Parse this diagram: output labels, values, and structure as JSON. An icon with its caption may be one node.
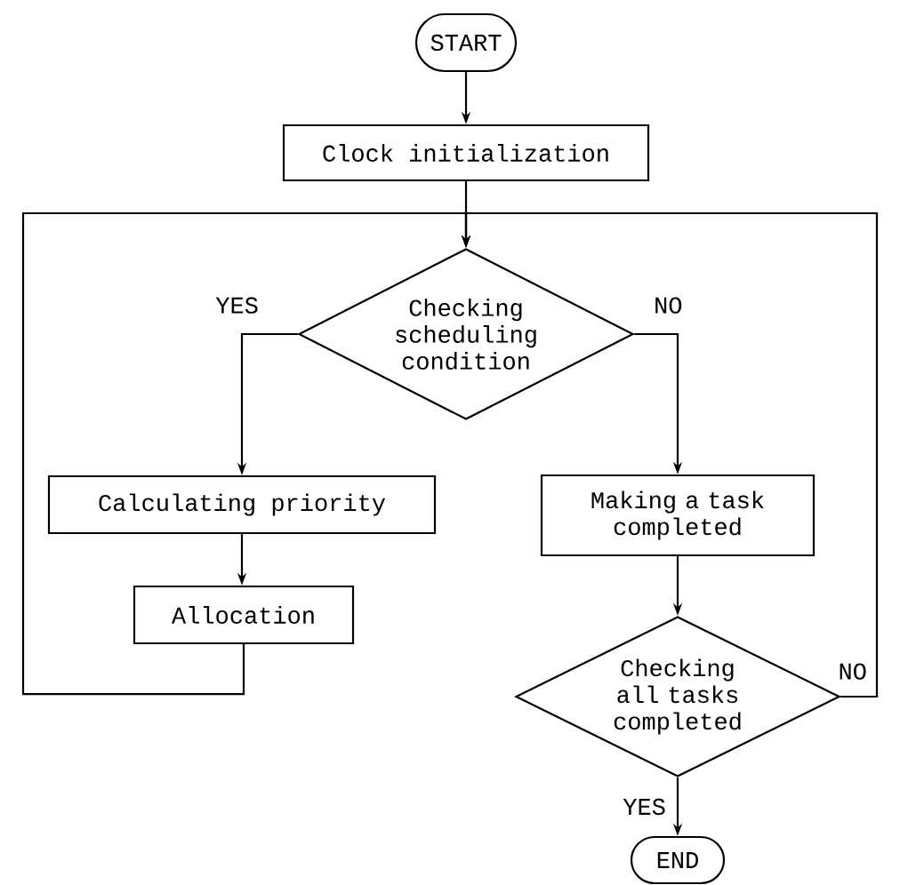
{
  "diagram": {
    "nodes": [
      {
        "text": [
          "START"
        ]
      },
      {
        "text": [
          "Clock initialization"
        ]
      },
      {
        "text": [
          "Checking scheduling condition"
        ]
      },
      {
        "text": [
          "Calculating priority"
        ]
      },
      {
        "text": [
          "Allocation"
        ]
      },
      {
        "text": [
          "Making a task completed"
        ]
      },
      {
        "text": [
          "Checking all tasks completed"
        ]
      },
      {
        "text": [
          "END"
        ]
      }
    ],
    "edges": [
      {
        "from": 0,
        "to": 1,
        "arrow": "to"
      },
      {
        "from": 1,
        "to": 2,
        "arrow": "to"
      },
      {
        "from": 2,
        "to": 3,
        "arrow": "to",
        "label": "YES"
      },
      {
        "from": 2,
        "to": 5,
        "arrow": "to",
        "label": "NO"
      },
      {
        "from": 3,
        "to": 4,
        "arrow": "to"
      },
      {
        "from": 4,
        "to": 2,
        "arrow": "to"
      },
      {
        "from": 5,
        "to": 6,
        "arrow": "to"
      },
      {
        "from": 6,
        "to": 2,
        "arrow": "to",
        "label": "NO"
      },
      {
        "from": 6,
        "to": 7,
        "arrow": "to",
        "label": "YES"
      }
    ]
  }
}
